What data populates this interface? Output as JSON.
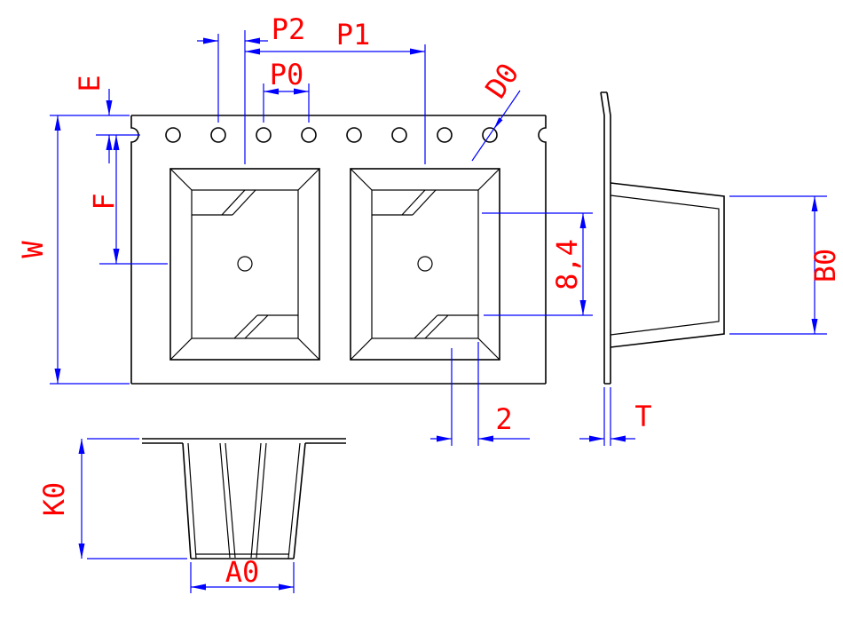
{
  "drawing": {
    "type": "carrier-tape-pocket-dimension-drawing",
    "colors": {
      "label_text": "#ff0000",
      "dimension_lines": "#0000ff",
      "geometry": "#000000",
      "background": "#ffffff"
    },
    "labels": {
      "p2": "P2",
      "p1": "P1",
      "p0": "P0",
      "e": "E",
      "f": "F",
      "w": "W",
      "d0": "D0",
      "cavity_length": "8,4",
      "step_width": "2",
      "b0": "B0",
      "t": "T",
      "k0": "K0",
      "a0": "A0"
    }
  }
}
